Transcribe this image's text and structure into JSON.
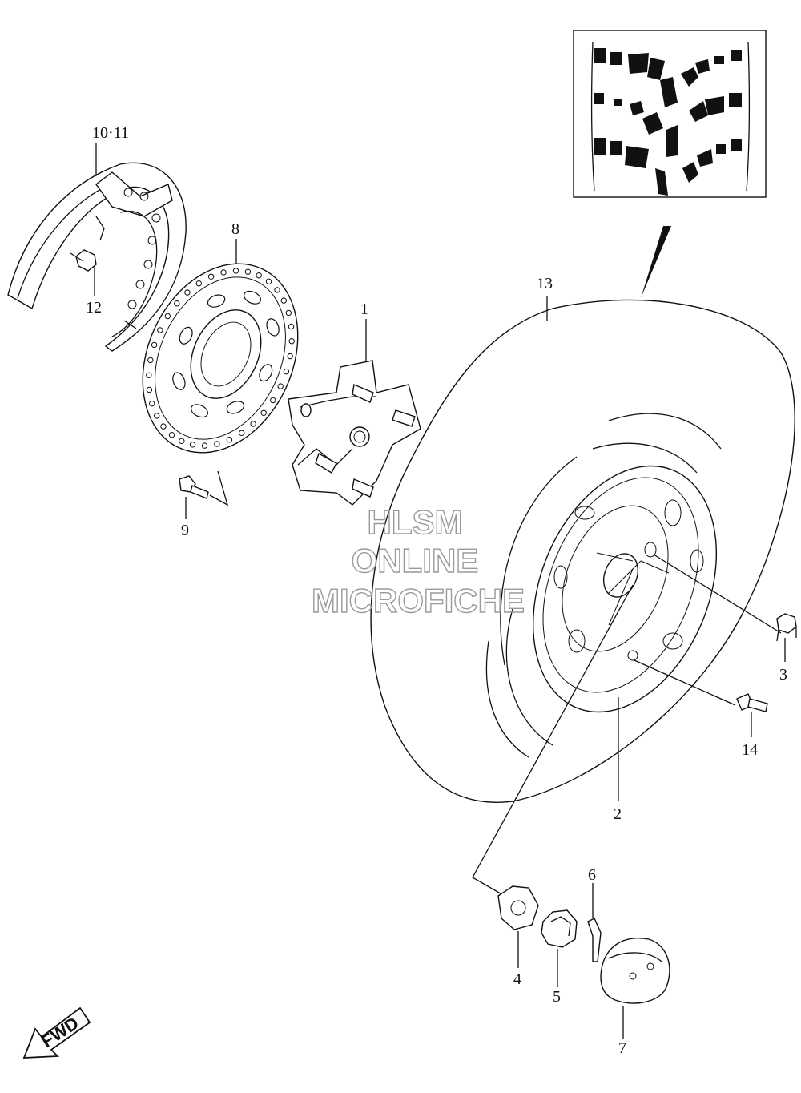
{
  "labels": {
    "p1": "1",
    "p2": "2",
    "p3": "3",
    "p4": "4",
    "p5": "5",
    "p6": "6",
    "p7": "7",
    "p8": "8",
    "p9": "9",
    "p10_11": "10·11",
    "p12": "12",
    "p13": "13",
    "p14": "14"
  },
  "watermark": {
    "line1": "HLSM",
    "line2": "ONLINE",
    "line3": "MICROFICHE"
  },
  "direction": "FWD"
}
